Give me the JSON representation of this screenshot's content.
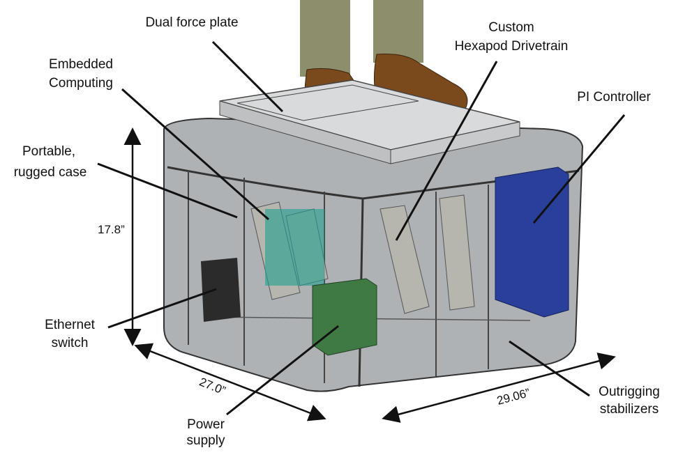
{
  "labels": {
    "dual_force_plate": "Dual force plate",
    "hexapod_line1": "Custom",
    "hexapod_line2": "Hexapod Drivetrain",
    "embedded_line1": "Embedded",
    "embedded_line2": "Computing",
    "pi_controller": "PI Controller",
    "case_line1": "Portable,",
    "case_line2": "rugged case",
    "ethernet_line1": "Ethernet",
    "ethernet_line2": "switch",
    "power_line1": "Power",
    "power_line2": "supply",
    "outrigging_line1": "Outrigging",
    "outrigging_line2": "stabilizers"
  },
  "dimensions": {
    "height": "17.8”",
    "depth": "27.0”",
    "width": "29.06”"
  },
  "colors": {
    "case": "#6e7278",
    "controller": "#2a3f9a",
    "power_supply": "#3f7a45",
    "switch": "#2b2b2b",
    "shoe": "#7a4a1c",
    "pants": "#8d8e6c",
    "plate": "#d9dadb"
  }
}
